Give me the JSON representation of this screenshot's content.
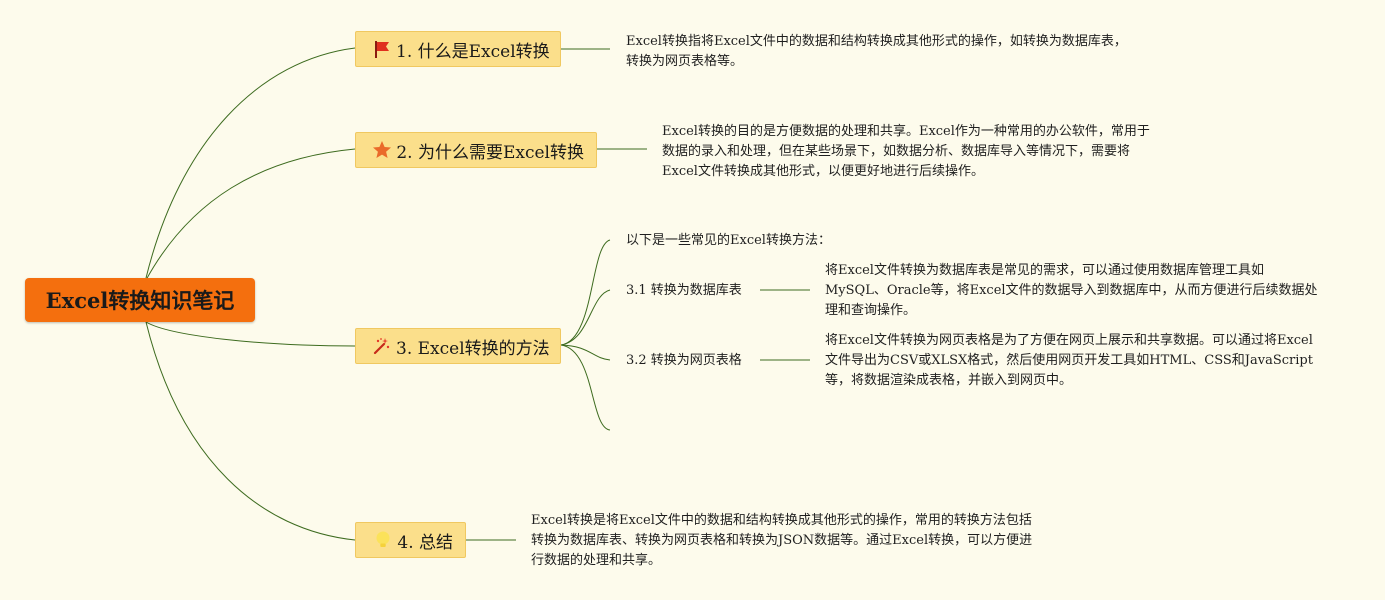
{
  "root": {
    "title": "Excel转换知识笔记"
  },
  "branches": [
    {
      "label": "1. 什么是Excel转换",
      "icon": "red-flag-icon",
      "note": "Excel转换指将Excel文件中的数据和结构转换成其他形式的操作，如转换为数据库表，转换为网页表格等。"
    },
    {
      "label": "2. 为什么需要Excel转换",
      "icon": "star-icon",
      "note": "Excel转换的目的是方便数据的处理和共享。Excel作为一种常用的办公软件，常用于数据的录入和处理，但在某些场景下，如数据分析、数据库导入等情况下，需要将Excel文件转换成其他形式，以便更好地进行后续操作。"
    },
    {
      "label": "3. Excel转换的方法",
      "icon": "magic-wand-icon",
      "intro": "以下是一些常见的Excel转换方法：",
      "children": [
        {
          "label": "3.1 转换为数据库表",
          "note": "将Excel文件转换为数据库表是常见的需求，可以通过使用数据库管理工具如MySQL、Oracle等，将Excel文件的数据导入到数据库中，从而方便进行后续数据处理和查询操作。"
        },
        {
          "label": "3.2 转换为网页表格",
          "note": "将Excel文件转换为网页表格是为了方便在网页上展示和共享数据。可以通过将Excel文件导出为CSV或XLSX格式，然后使用网页开发工具如HTML、CSS和JavaScript等，将数据渲染成表格，并嵌入到网页中。"
        }
      ]
    },
    {
      "label": "4. 总结",
      "icon": "lightbulb-icon",
      "note": "Excel转换是将Excel文件中的数据和结构转换成其他形式的操作，常用的转换方法包括转换为数据库表、转换为网页表格和转换为JSON数据等。通过Excel转换，可以方便进行数据的处理和共享。"
    }
  ],
  "colors": {
    "root": "#f46f0e",
    "branch": "#fbdf8b",
    "line": "#3d6b1f",
    "background": "#fdfbec"
  }
}
